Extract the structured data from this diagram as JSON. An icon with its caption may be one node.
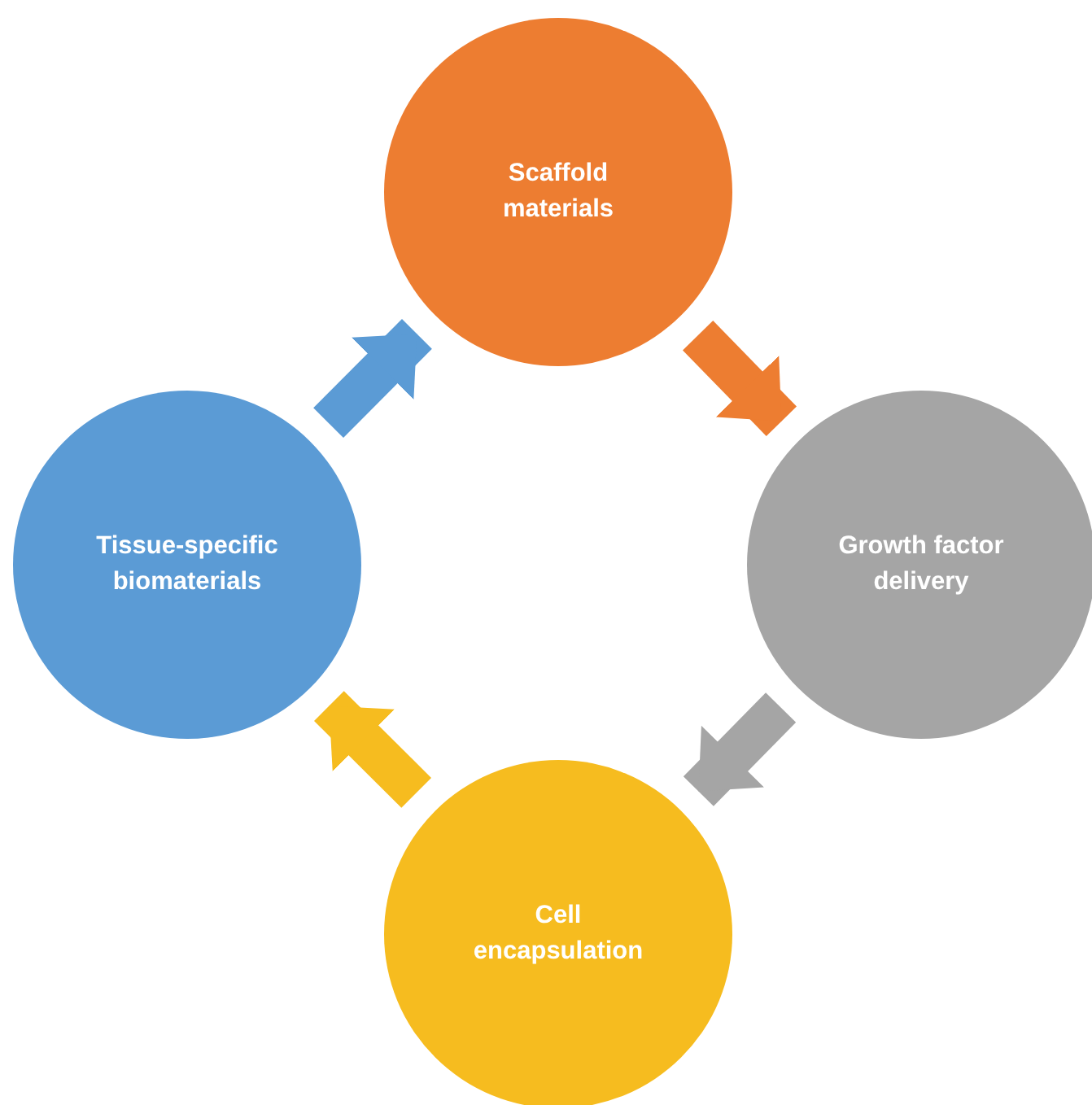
{
  "diagram": {
    "nodes": [
      {
        "text": [
          "Scaffold materials"
        ]
      },
      {
        "text": [
          "Growth factor delivery"
        ]
      },
      {
        "text": [
          "Cell encapsulation"
        ]
      },
      {
        "text": [
          "Tissue-specific biomaterials"
        ]
      }
    ],
    "edges": [
      {
        "from": 0,
        "to": 1,
        "arrow": "to",
        "color": "#ed7d31"
      },
      {
        "from": 1,
        "to": 2,
        "arrow": "to",
        "color": "#a5a5a5"
      },
      {
        "from": 2,
        "to": 3,
        "arrow": "to",
        "color": "#f6bc1f"
      },
      {
        "from": 3,
        "to": 0,
        "arrow": "to",
        "color": "#5b9bd5"
      }
    ]
  }
}
